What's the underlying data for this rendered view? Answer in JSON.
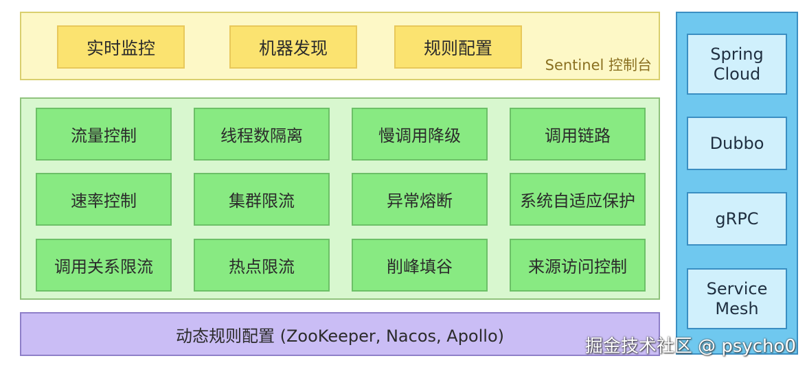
{
  "console": {
    "label": "Sentinel 控制台",
    "items": [
      "实时监控",
      "机器发现",
      "规则配置"
    ]
  },
  "features": [
    [
      "流量控制",
      "线程数隔离",
      "慢调用降级",
      "调用链路"
    ],
    [
      "速率控制",
      "集群限流",
      "异常熔断",
      "系统自适应保护"
    ],
    [
      "调用关系限流",
      "热点限流",
      "削峰填谷",
      "来源访问控制"
    ]
  ],
  "datasource": {
    "label": "动态规则配置 (ZooKeeper, Nacos, Apollo)"
  },
  "integrations": [
    "Spring\nCloud",
    "Dubbo",
    "gRPC",
    "Service\nMesh"
  ],
  "watermark": "掘金技术社区 @ psycho0",
  "colors": {
    "console_bg": "#fdf8c6",
    "console_item": "#fbe370",
    "features_bg": "#d8f7cf",
    "feature_item": "#88ea82",
    "datasource_bg": "#cabdf5",
    "integrations_bg": "#6fc8ef",
    "integration_item": "#d0f0fc"
  }
}
